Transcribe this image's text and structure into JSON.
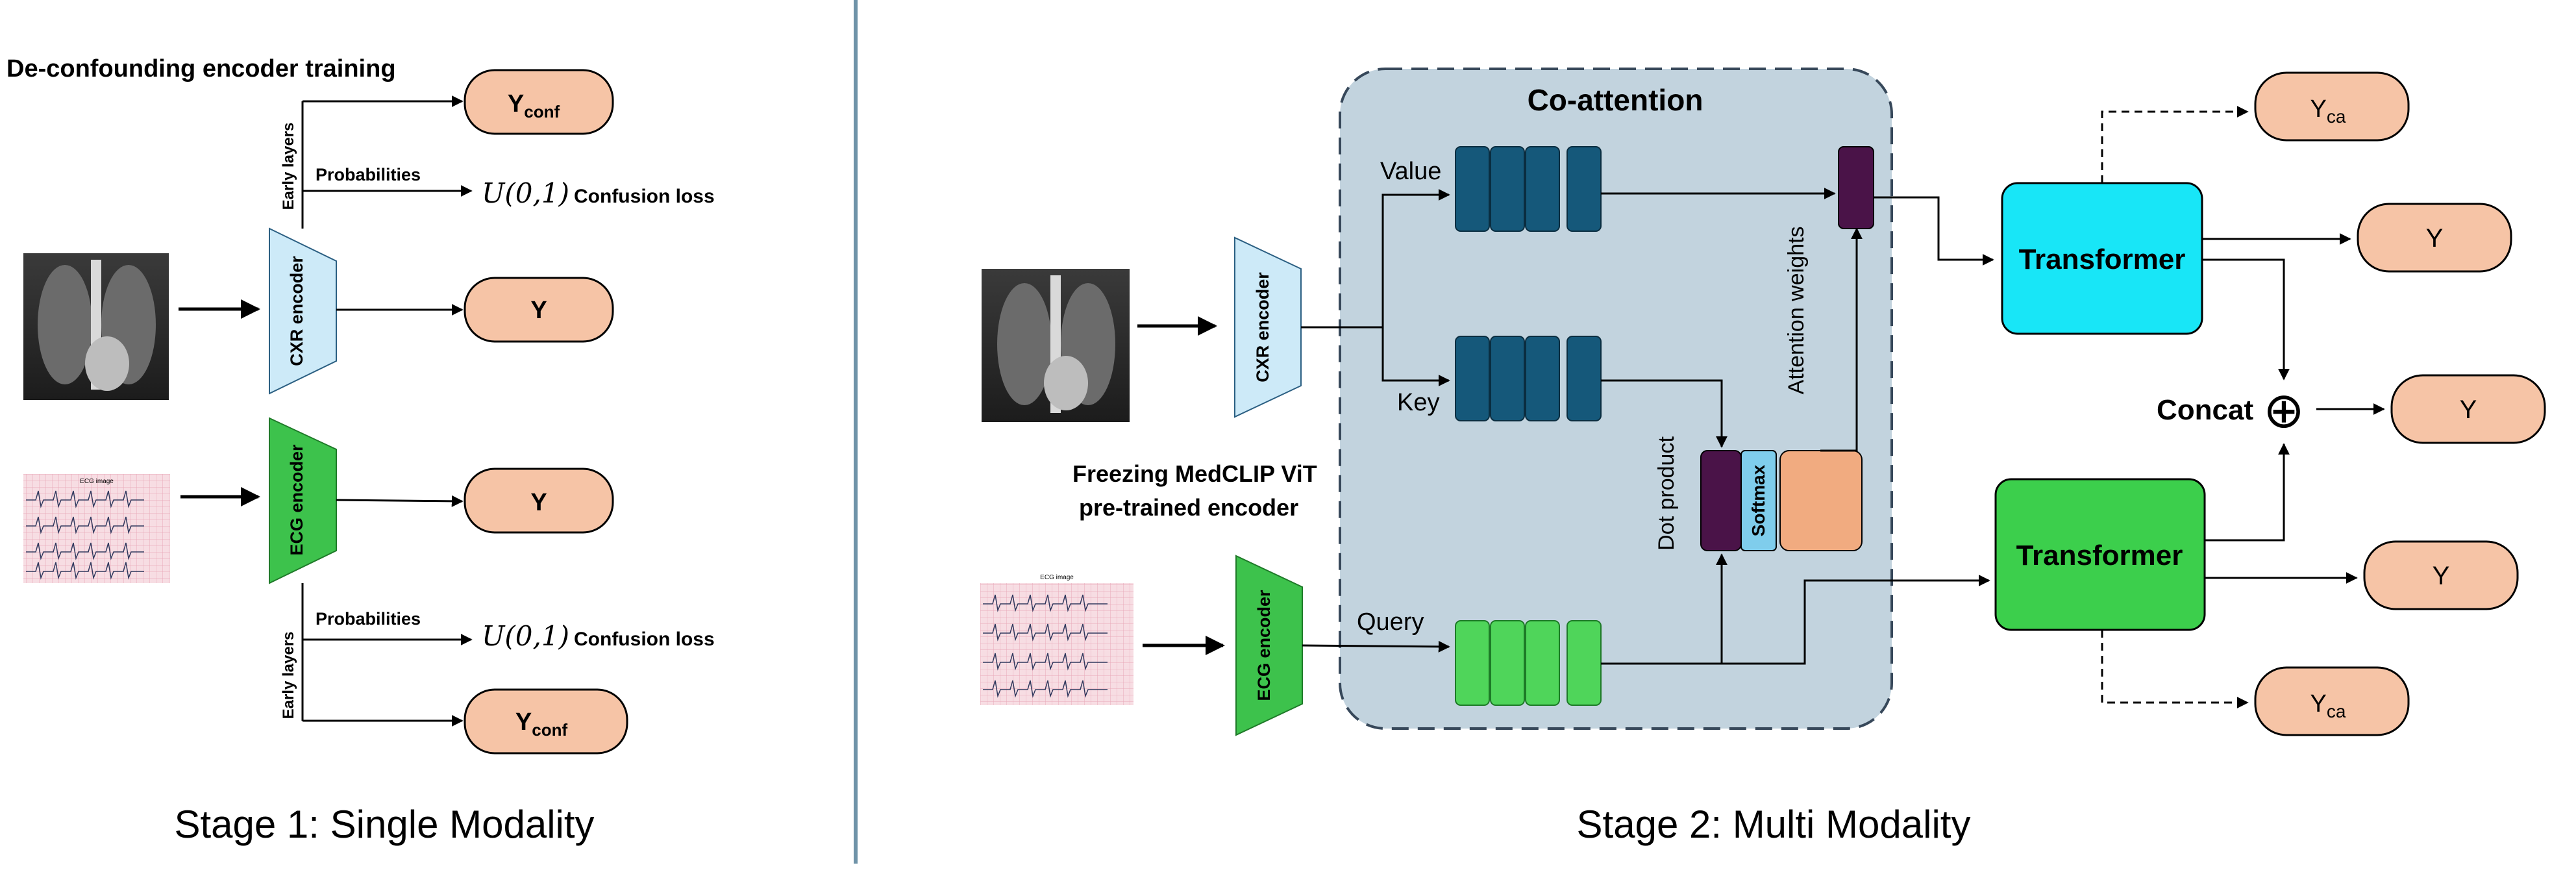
{
  "stage1": {
    "heading": "De-confounding encoder training",
    "cxr_encoder": "CXR encoder",
    "ecg_encoder": "ECG encoder",
    "early_layers": "Early layers",
    "probabilities": "Probabilities",
    "uniform": "U(0,1)",
    "confusion_loss": "Confusion loss",
    "y": "Y",
    "y_conf_main": "Y",
    "y_conf_sub": "conf",
    "ecg_thumb_title": "ECG image",
    "caption": "Stage 1: Single Modality"
  },
  "stage2": {
    "coattention_title": "Co-attention",
    "value": "Value",
    "key": "Key",
    "query": "Query",
    "dot_product": "Dot product",
    "softmax": "Softmax",
    "attention_weights": "Attention weights",
    "cxr_encoder": "CXR encoder",
    "ecg_encoder": "ECG encoder",
    "freezing_line1": "Freezing MedCLIP ViT",
    "freezing_line2": "pre-trained encoder",
    "transformer": "Transformer",
    "concat": "Concat",
    "concat_symbol": "⊕",
    "y": "Y",
    "y_ca_main": "Y",
    "y_ca_sub": "ca",
    "ecg_thumb_title": "ECG image",
    "caption": "Stage 2: Multi Modality"
  },
  "colors": {
    "output_fill": "#f6c4a6",
    "cxr_encoder_fill": "#cdeaf8",
    "ecg_encoder_fill": "#3dc24c",
    "coattention_bg": "#c2d3de",
    "value_key_tokens": "#15587a",
    "query_tokens": "#4fd55a",
    "attended_token": "#4a1348",
    "softmax_fill": "#7fcdec",
    "weights_fill": "#f1ab80",
    "transformer_cyan": "#18e6f7",
    "transformer_green": "#3ccf4c",
    "divider": "#6f93a8"
  }
}
